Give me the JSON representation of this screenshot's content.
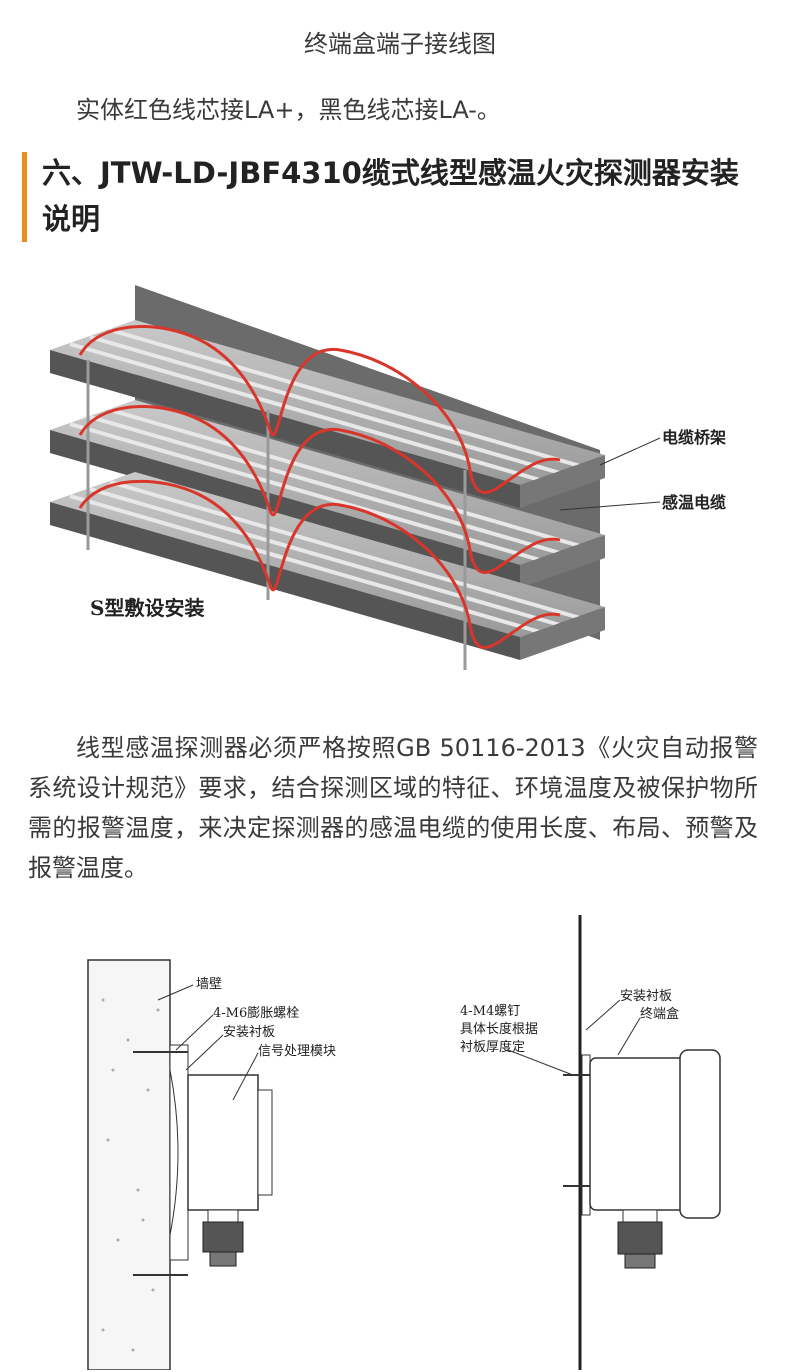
{
  "caption": "终端盒端子接线图",
  "paragraph1": "实体红色线芯接LA+，黑色线芯接LA-。",
  "heading": "六、JTW-LD-JBF4310缆式线型感温火灾探测器安装说明",
  "figure1": {
    "label_tray": "电缆桥架",
    "label_cable": "感温电缆",
    "label_method": "S型敷设安装"
  },
  "paragraph2": "线型感温探测器必须严格按照GB 50116-2013《火灾自动报警系统设计规范》要求，结合探测区域的特征、环境温度及被保护物所需的报警温度，来决定探测器的感温电缆的使用长度、布局、预警及报警温度。",
  "figure2": {
    "left": {
      "wall": "墙壁",
      "bolt": "4-M6膨胀螺栓",
      "plate": "安装衬板",
      "module": "信号处理模块"
    },
    "right": {
      "screw_line1": "4-M4螺钉",
      "screw_line2": "具体长度根据",
      "screw_line3": "衬板厚度定",
      "plate": "安装衬板",
      "box": "终端盒"
    }
  },
  "colors": {
    "accent": "#ef8a1c",
    "cable": "#d9362b"
  }
}
